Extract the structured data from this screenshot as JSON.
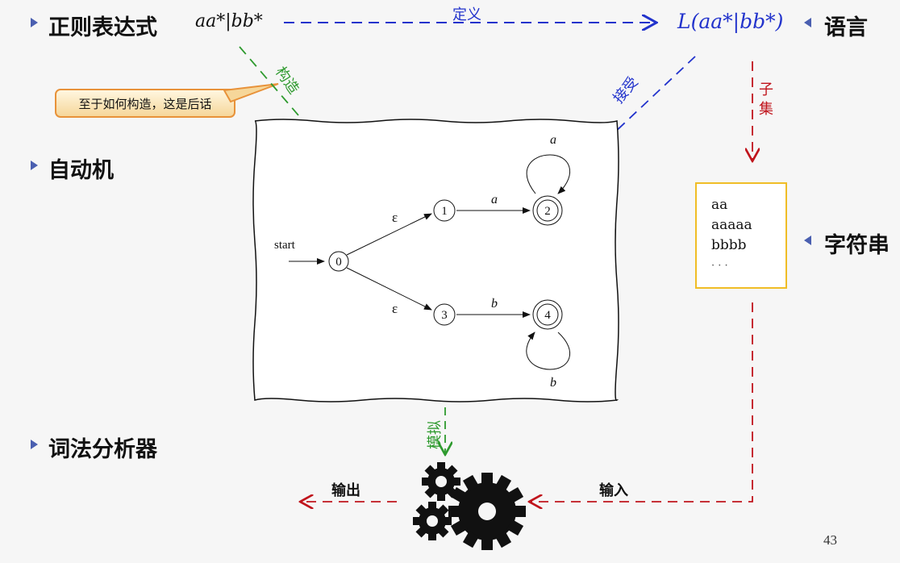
{
  "headings": {
    "regex": "正则表达式",
    "automaton": "自动机",
    "lexer": "词法分析器",
    "language": "语言",
    "strings": "字符串"
  },
  "math": {
    "regex_expr": "aa*|bb*",
    "language_expr": "L(aa*|bb*)"
  },
  "arrow_labels": {
    "define": "定义",
    "construct": "构造",
    "accept": "接受",
    "subset": "子集",
    "simulate": "模拟",
    "output": "输出",
    "input": "输入"
  },
  "callout": "至于如何构造，这是后话",
  "strings_box": [
    "aa",
    "aaaaa",
    "bbbb",
    "· · ·"
  ],
  "automaton": {
    "start_label": "start",
    "states": [
      "0",
      "1",
      "2",
      "3",
      "4"
    ],
    "accepting": [
      "2",
      "4"
    ],
    "transitions": [
      {
        "from": "0",
        "to": "1",
        "label": "ε"
      },
      {
        "from": "0",
        "to": "3",
        "label": "ε"
      },
      {
        "from": "1",
        "to": "2",
        "label": "a"
      },
      {
        "from": "3",
        "to": "4",
        "label": "b"
      },
      {
        "from": "2",
        "to": "2",
        "label": "a"
      },
      {
        "from": "4",
        "to": "4",
        "label": "b"
      }
    ]
  },
  "page_number": "43",
  "colors": {
    "bullet": "#4a5fb0",
    "define_arrow": "#2233cc",
    "construct_arrow": "#2e9a2e",
    "subset_arrow": "#c0141c",
    "callout_border": "#e8923a",
    "strings_border": "#f0bd26"
  }
}
